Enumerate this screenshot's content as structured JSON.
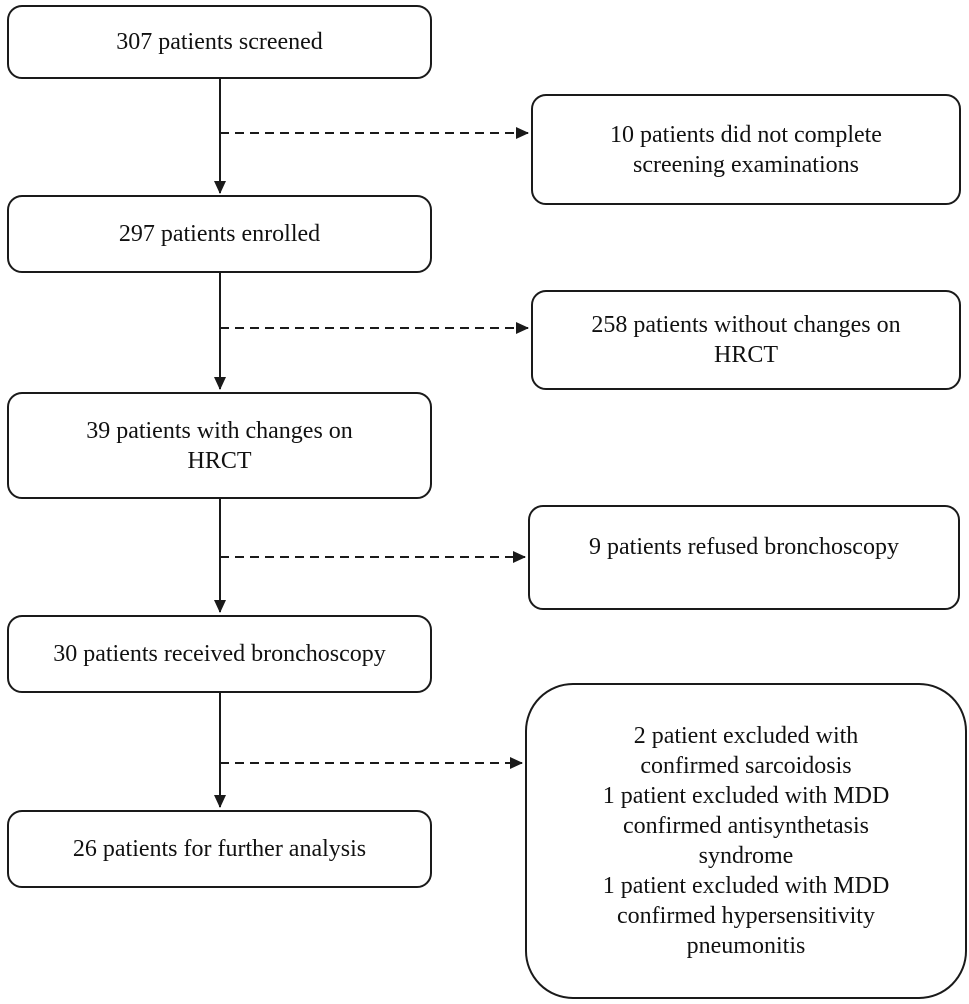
{
  "diagram": {
    "type": "patient-flowchart",
    "colors": {
      "line": "#1a1a1a",
      "box_border": "#1a1a1a",
      "box_background": "#ffffff",
      "text": "#111111"
    },
    "main_flow": [
      {
        "id": "screened",
        "lines": [
          "307 patients screened"
        ]
      },
      {
        "id": "enrolled",
        "lines": [
          "297 patients enrolled"
        ]
      },
      {
        "id": "hrct-changes",
        "lines": [
          "39 patients with changes on",
          "HRCT"
        ]
      },
      {
        "id": "bronchoscopy",
        "lines": [
          "30 patients received bronchoscopy"
        ]
      },
      {
        "id": "analysis",
        "lines": [
          "26 patients for further analysis"
        ]
      }
    ],
    "exclusions": [
      {
        "id": "incomplete-screening",
        "lines": [
          "10 patients did not complete",
          "screening examinations"
        ]
      },
      {
        "id": "no-hrct-changes",
        "lines": [
          "258 patients without changes on",
          "HRCT"
        ]
      },
      {
        "id": "refused-bronchoscopy",
        "lines": [
          "9 patients refused bronchoscopy"
        ]
      },
      {
        "id": "excluded-diagnoses",
        "lines": [
          "2 patient excluded with",
          "confirmed sarcoidosis",
          "1 patient excluded with MDD",
          "confirmed antisynthetasis",
          "syndrome",
          "1 patient excluded with MDD",
          "confirmed hypersensitivity",
          "pneumonitis"
        ]
      }
    ]
  }
}
